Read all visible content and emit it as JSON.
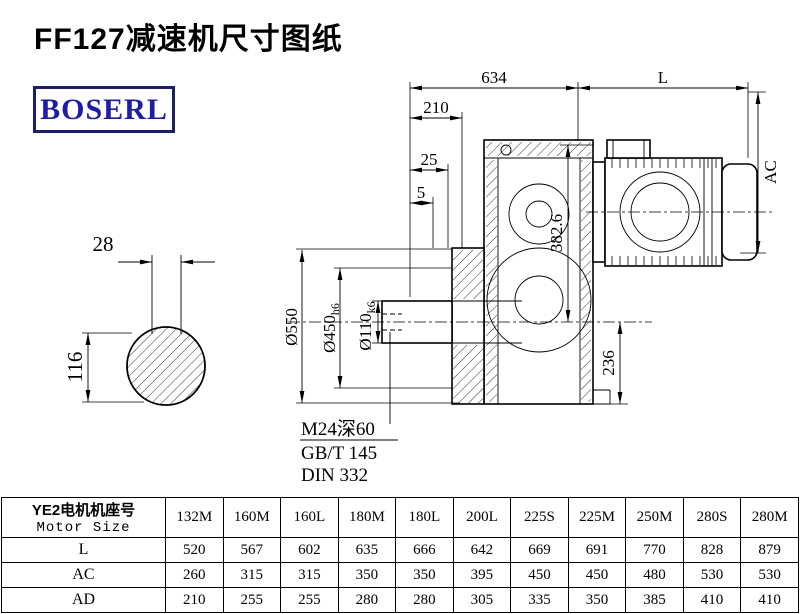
{
  "page": {
    "title": "FF127减速机尺寸图纸",
    "logo": "BOSERL"
  },
  "drawing": {
    "dim_634": "634",
    "dim_L": "L",
    "dim_210": "210",
    "dim_25": "25",
    "dim_5": "5",
    "dim_AC": "AC",
    "dim_28": "28",
    "dim_116": "116",
    "dim_550": "Ø550",
    "dim_450": "Ø450",
    "dim_450_tol": "h6",
    "dim_110": "Ø110",
    "dim_110_tol": "k6",
    "dim_382_6": "382.6",
    "dim_236": "236",
    "note_thread": "M24深60",
    "note_gbt": "GB/T 145",
    "note_din": "DIN 332"
  },
  "table": {
    "header_cn": "YE2电机机座号",
    "header_en": "Motor Size",
    "columns": [
      "132M",
      "160M",
      "160L",
      "180M",
      "180L",
      "200L",
      "225S",
      "225M",
      "250M",
      "280S",
      "280M"
    ],
    "rows": [
      {
        "label": "L",
        "values": [
          "520",
          "567",
          "602",
          "635",
          "666",
          "642",
          "669",
          "691",
          "770",
          "828",
          "879"
        ]
      },
      {
        "label": "AC",
        "values": [
          "260",
          "315",
          "315",
          "350",
          "350",
          "395",
          "450",
          "450",
          "480",
          "530",
          "530"
        ]
      },
      {
        "label": "AD",
        "values": [
          "210",
          "255",
          "255",
          "280",
          "280",
          "305",
          "335",
          "350",
          "385",
          "410",
          "410"
        ]
      }
    ]
  }
}
